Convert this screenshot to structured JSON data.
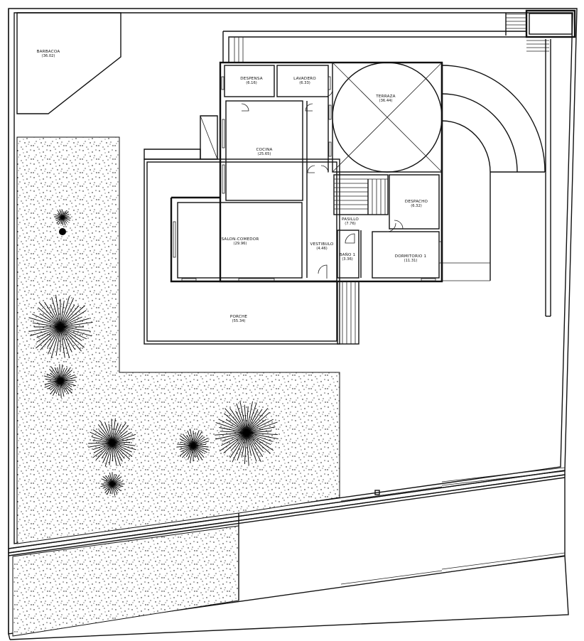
{
  "plan": {
    "rooms": [
      {
        "id": "barbacoa",
        "label": "BARBACOA",
        "area": "(36.02)"
      },
      {
        "id": "despensa",
        "label": "DESPENSA",
        "area": "(6.16)"
      },
      {
        "id": "lavadero",
        "label": "LAVADERO",
        "area": "(6.33)"
      },
      {
        "id": "terraza",
        "label": "TERRAZA",
        "area": "(36.44)"
      },
      {
        "id": "cocina",
        "label": "COCINA",
        "area": "(25.65)"
      },
      {
        "id": "despacho",
        "label": "DESPACHO",
        "area": "(6.32)"
      },
      {
        "id": "pasillo",
        "label": "PASILLO",
        "area": "(7.76)"
      },
      {
        "id": "salon-comedor",
        "label": "SALON-COMEDOR",
        "area": "(29.96)"
      },
      {
        "id": "vestibulo",
        "label": "VESTIBULO",
        "area": "(4.46)"
      },
      {
        "id": "bano-1",
        "label": "BAÑO 1",
        "area": "(3.36)"
      },
      {
        "id": "dormitorio-1",
        "label": "DORMITORIO 1",
        "area": "(11.31)"
      },
      {
        "id": "porche",
        "label": "PORCHE",
        "area": "(55.34)"
      }
    ]
  }
}
